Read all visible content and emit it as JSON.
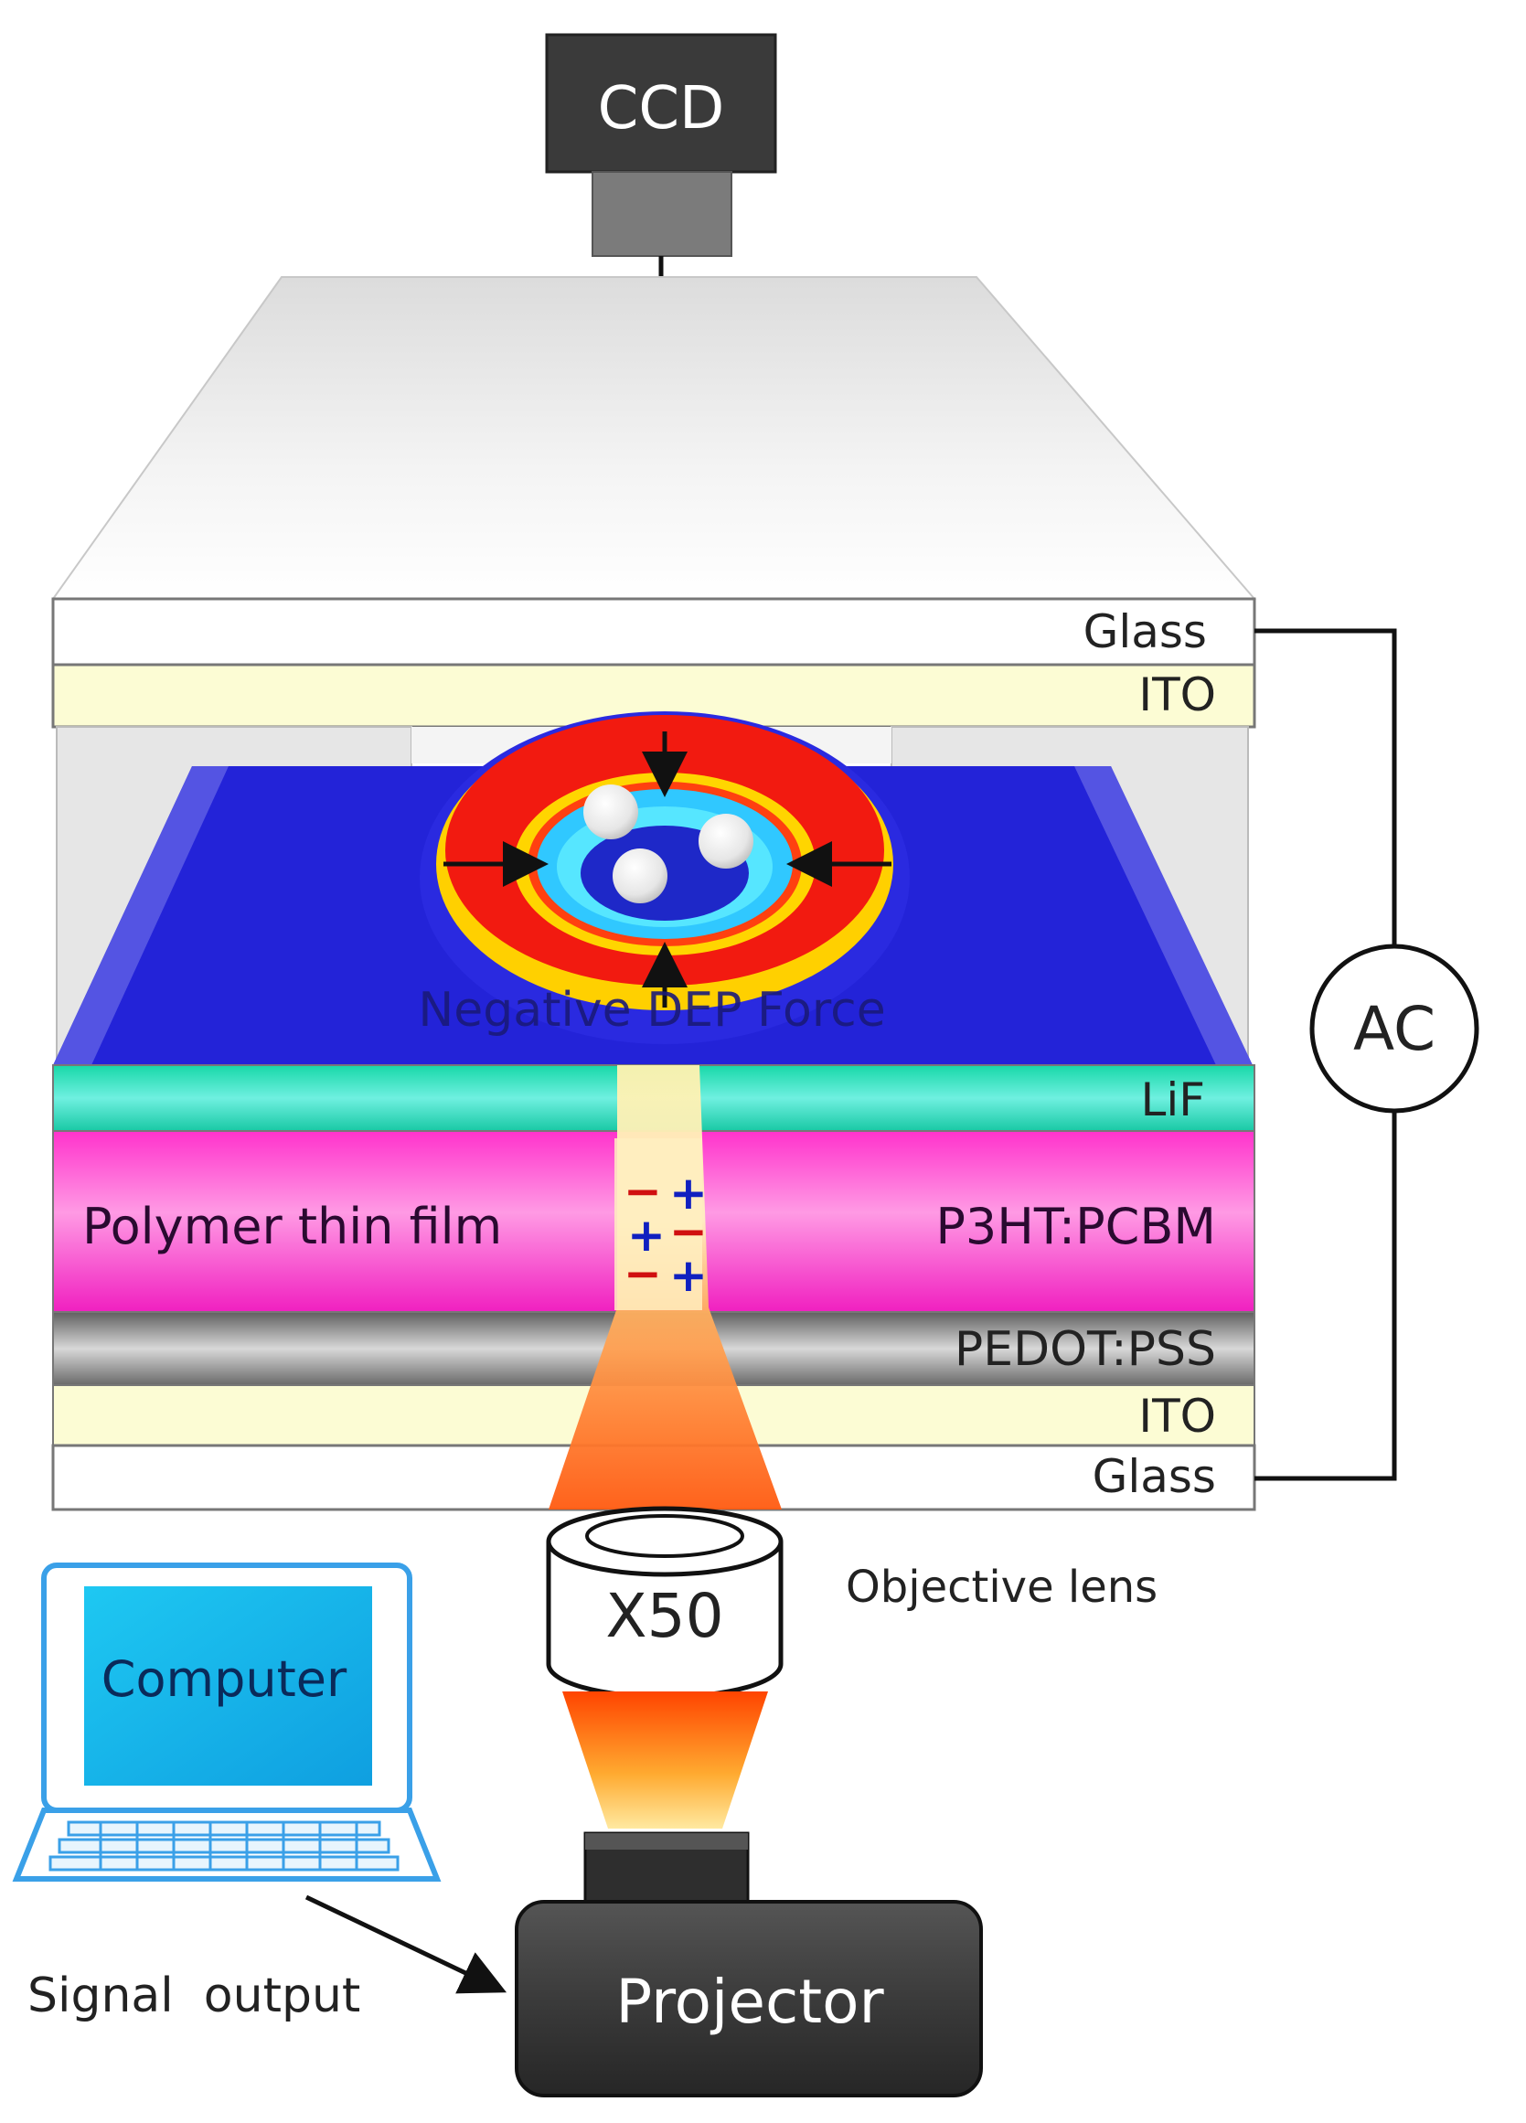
{
  "camera": {
    "label": "CCD"
  },
  "layers_top": {
    "glass": "Glass",
    "ito": "ITO"
  },
  "force": {
    "label": "Negative DEP Force"
  },
  "layers": {
    "lif": "LiF",
    "polymer_left": "Polymer thin film",
    "polymer_right": "P3HT:PCBM",
    "pedot": "PEDOT:PSS",
    "ito_bottom": "ITO",
    "glass_bottom": "Glass"
  },
  "charges": {
    "minus": "−",
    "plus": "+"
  },
  "power": {
    "label": "AC"
  },
  "lens": {
    "magnification": "X50",
    "caption": "Objective lens"
  },
  "computer": {
    "label": "Computer"
  },
  "projector": {
    "label": "Projector"
  },
  "signal": {
    "label": "Signal  output"
  }
}
